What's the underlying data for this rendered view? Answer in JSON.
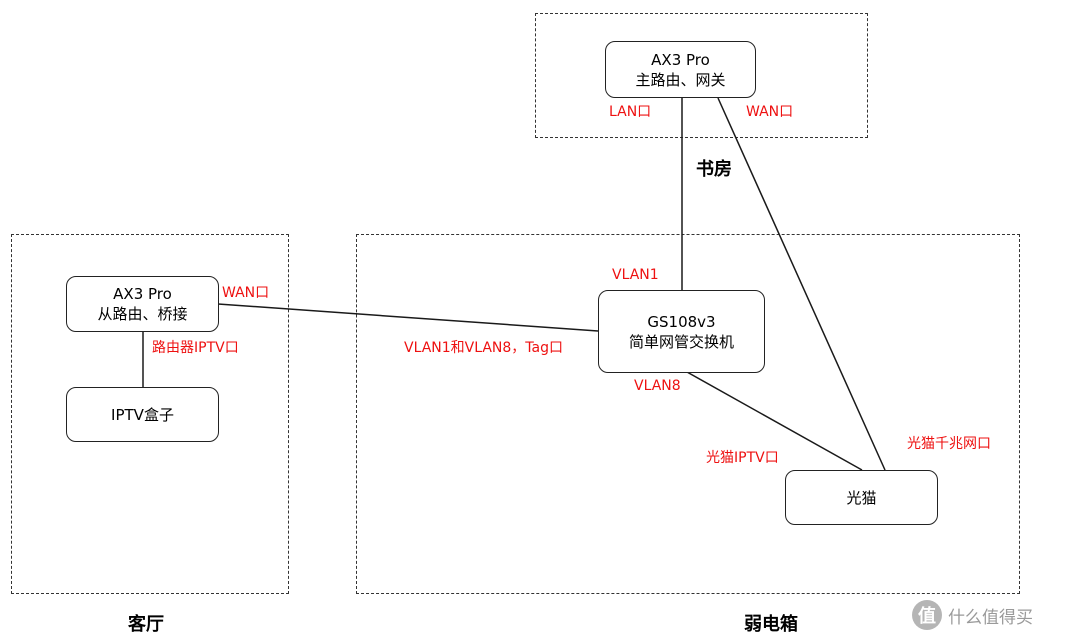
{
  "zones": {
    "study": "书房",
    "living": "客厅",
    "cabinet": "弱电箱"
  },
  "nodes": {
    "main_router": {
      "line1": "AX3 Pro",
      "line2": "主路由、网关"
    },
    "sub_router": {
      "line1": "AX3 Pro",
      "line2": "从路由、桥接"
    },
    "iptv_box": {
      "line1": "IPTV盒子"
    },
    "switch": {
      "line1": "GS108v3",
      "line2": "简单网管交换机"
    },
    "modem": {
      "line1": "光猫"
    }
  },
  "port_labels": {
    "main_lan": "LAN口",
    "main_wan": "WAN口",
    "sub_wan": "WAN口",
    "sub_iptv": "路由器IPTV口",
    "switch_vlan1": "VLAN1",
    "switch_trunk": "VLAN1和VLAN8，Tag口",
    "switch_vlan8": "VLAN8",
    "modem_iptv": "光猫IPTV口",
    "modem_gig": "光猫千兆网口"
  },
  "watermark": {
    "icon_text": "值",
    "text": "什么值得买"
  },
  "colors": {
    "port_label": "#ee1111",
    "line": "#1a1a1a"
  }
}
